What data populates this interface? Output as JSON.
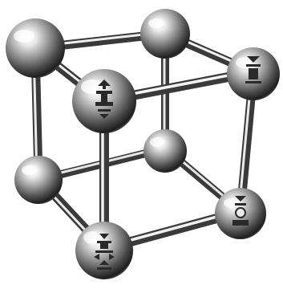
{
  "image": {
    "subject": "chrome-cube-molecule",
    "colors": {
      "background": "#ffffff",
      "chrome_light": "#ffffff",
      "chrome_mid": "#9a9a9a",
      "chrome_dark": "#1e1e1e",
      "symbol": "#2a2a2a"
    },
    "spheres": [
      {
        "id": "back-top-left",
        "symbol": "none"
      },
      {
        "id": "back-top-right",
        "symbol": "none"
      },
      {
        "id": "front-top-left",
        "symbol": "anvil-with-arrows-icon"
      },
      {
        "id": "front-top-right",
        "symbol": "press-block-icon"
      },
      {
        "id": "back-bottom-right",
        "symbol": "none"
      },
      {
        "id": "back-bottom-left",
        "symbol": "none"
      },
      {
        "id": "front-bottom-right",
        "symbol": "ball-in-press-icon"
      },
      {
        "id": "front-bottom-left",
        "symbol": "stamp-with-arrows-icon"
      }
    ]
  }
}
